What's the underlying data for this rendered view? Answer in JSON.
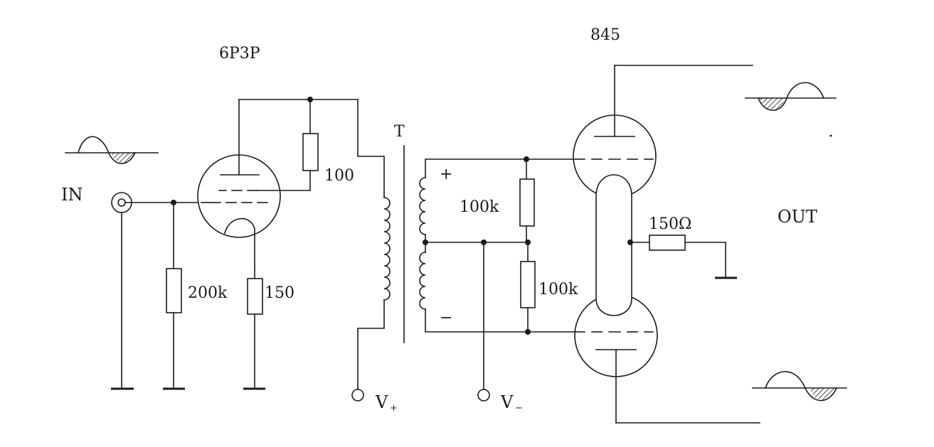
{
  "labels": {
    "driver_tube": "6P3P",
    "output_tube": "845",
    "transformer": "T",
    "input": "IN",
    "output": "OUT",
    "r_anode": "100",
    "r_grid": "200k",
    "r_cathode": "150",
    "r_bias_top": "100k",
    "r_bias_bottom": "100k",
    "r_out": "150Ω",
    "plus": "+",
    "minus": "−",
    "v_plus": "V",
    "v_plus_sub": "+",
    "v_minus": "V",
    "v_minus_sub": "−"
  },
  "colors": {
    "ink": "#1a1a1a",
    "paper": "#ffffff"
  }
}
